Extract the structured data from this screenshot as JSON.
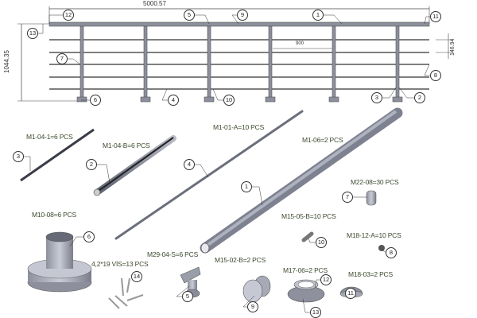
{
  "dimensions": {
    "overall_length": "5000.57",
    "overall_height": "1044.35",
    "post_spacing": "900",
    "rail_spacing": "146.94"
  },
  "top_balloons": [
    "12",
    "13",
    "5",
    "9",
    "1",
    "11",
    "7",
    "8",
    "6",
    "4",
    "10",
    "3",
    "2"
  ],
  "parts": [
    {
      "balloon": "3",
      "label": "M1-04-1=6 PCS"
    },
    {
      "balloon": "2",
      "label": "M1-04-B=6 PCS"
    },
    {
      "balloon": "4",
      "label": "M1-01-A=10 PCS"
    },
    {
      "balloon": "1",
      "label": "M1-06=2 PCS"
    },
    {
      "balloon": "7",
      "label": "M22-08=30 PCS"
    },
    {
      "balloon": "6",
      "label": "M10-08=6 PCS"
    },
    {
      "balloon": "10",
      "label": "M15-05-B=10 PCS"
    },
    {
      "balloon": "8",
      "label": "M18-12-A=10 PCS"
    },
    {
      "balloon": "14",
      "label": "4,2*19 VİS=13 PCS"
    },
    {
      "balloon": "5",
      "label": "M29-04-S=6 PCS"
    },
    {
      "balloon": "9",
      "label": "M15-02-B=2 PCS"
    },
    {
      "balloon": "12",
      "label": "M17-06=2 PCS"
    },
    {
      "balloon": "11",
      "label": "M18-03=2 PCS"
    }
  ],
  "extra_balloons": {
    "13": "13"
  }
}
